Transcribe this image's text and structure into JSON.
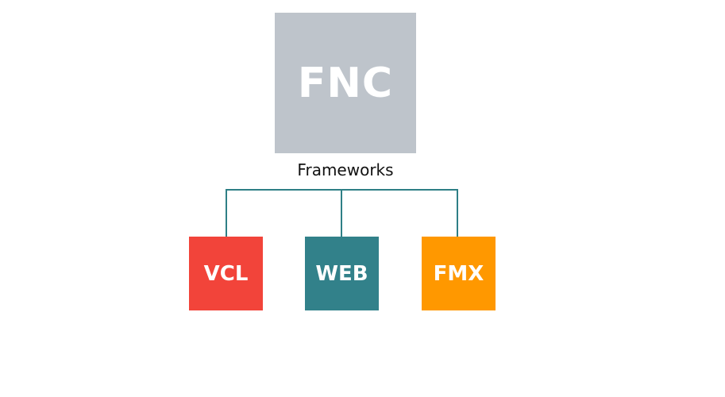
{
  "root": {
    "label": "FNC",
    "color": "#bec4cb",
    "caption": "Frameworks"
  },
  "connector_color": "#2e7f86",
  "children": [
    {
      "label": "VCL",
      "color": "#f2443a"
    },
    {
      "label": "WEB",
      "color": "#32818a"
    },
    {
      "label": "FMX",
      "color": "#ff9800"
    }
  ]
}
